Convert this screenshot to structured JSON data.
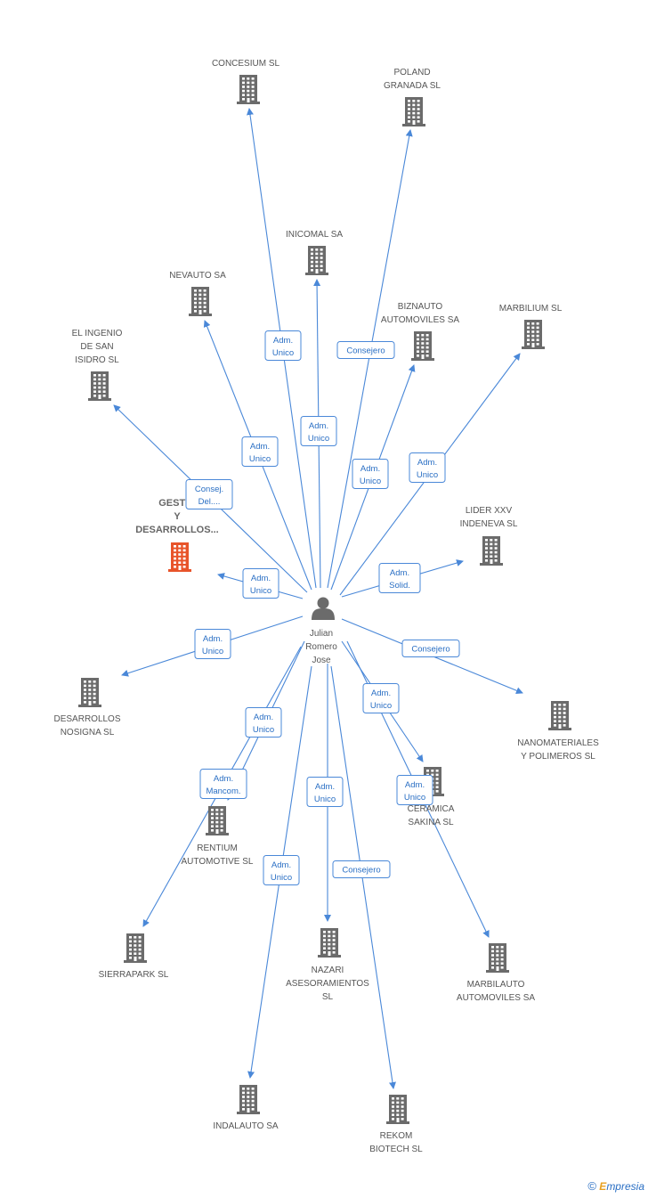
{
  "center": {
    "name": "Julian Romero Jose",
    "lines": [
      "Julian",
      "Romero",
      "Jose"
    ]
  },
  "nodes": [
    {
      "id": "concesium",
      "lines": [
        "CONCESIUM SL"
      ]
    },
    {
      "id": "poland",
      "lines": [
        "POLAND",
        "GRANADA  SL"
      ]
    },
    {
      "id": "inicomal",
      "lines": [
        "INICOMAL SA"
      ]
    },
    {
      "id": "nevauto",
      "lines": [
        "NEVAUTO SA"
      ]
    },
    {
      "id": "biznauto",
      "lines": [
        "BIZNAUTO",
        "AUTOMOVILES SA"
      ]
    },
    {
      "id": "marbilium",
      "lines": [
        "MARBILIUM SL"
      ]
    },
    {
      "id": "elingenio",
      "lines": [
        "EL INGENIO",
        "DE SAN",
        "ISIDRO SL"
      ]
    },
    {
      "id": "gestio",
      "lines": [
        "GESTIO",
        "Y",
        "DESARROLLOS..."
      ],
      "highlight": true
    },
    {
      "id": "lider",
      "lines": [
        "LIDER XXV",
        "INDENEVA SL"
      ]
    },
    {
      "id": "desarrollosnosigna",
      "lines": [
        "DESARROLLOS",
        "NOSIGNA SL"
      ]
    },
    {
      "id": "nanomateriales",
      "lines": [
        "NANOMATERIALES",
        "Y POLIMEROS SL"
      ]
    },
    {
      "id": "ceramica",
      "lines": [
        "CERAMICA",
        "SAKINA SL"
      ]
    },
    {
      "id": "rentium",
      "lines": [
        "RENTIUM",
        "AUTOMOTIVE SL"
      ]
    },
    {
      "id": "sierrapark",
      "lines": [
        "SIERRAPARK SL"
      ]
    },
    {
      "id": "nazari",
      "lines": [
        "NAZARI",
        "ASESORAMIENTOS",
        "SL"
      ]
    },
    {
      "id": "marbilauto",
      "lines": [
        "MARBILAUTO",
        "AUTOMOVILES SA"
      ]
    },
    {
      "id": "indalauto",
      "lines": [
        "INDALAUTO SA"
      ]
    },
    {
      "id": "rekom",
      "lines": [
        "REKOM",
        "BIOTECH SL"
      ]
    }
  ],
  "edges": [
    {
      "to": "concesium",
      "label": [
        "Adm.",
        "Unico"
      ]
    },
    {
      "to": "poland",
      "label": [
        "Consejero"
      ]
    },
    {
      "to": "inicomal",
      "label": [
        "Adm.",
        "Unico"
      ]
    },
    {
      "to": "nevauto",
      "label": [
        "Adm.",
        "Unico"
      ]
    },
    {
      "to": "biznauto",
      "label": [
        "Adm.",
        "Unico"
      ]
    },
    {
      "to": "marbilium",
      "label": [
        "Adm.",
        "Unico"
      ]
    },
    {
      "to": "elingenio",
      "label": [
        "Consej.",
        "Del...."
      ]
    },
    {
      "to": "gestio",
      "label": [
        "Adm.",
        "Unico"
      ]
    },
    {
      "to": "lider",
      "label": [
        "Adm.",
        "Solid."
      ]
    },
    {
      "to": "desarrollosnosigna",
      "label": [
        "Adm.",
        "Unico"
      ]
    },
    {
      "to": "nanomateriales",
      "label": [
        "Consejero"
      ]
    },
    {
      "to": "ceramica",
      "label": [
        "Adm.",
        "Unico"
      ]
    },
    {
      "to": "rentium",
      "label": [
        "Adm.",
        "Unico"
      ]
    },
    {
      "to": "sierrapark",
      "label": [
        "Adm.",
        "Mancom."
      ]
    },
    {
      "to": "nazari",
      "label": [
        "Adm.",
        "Unico"
      ]
    },
    {
      "to": "marbilauto",
      "label": [
        "Adm.",
        "Unico"
      ]
    },
    {
      "to": "indalauto",
      "label": [
        "Adm.",
        "Unico"
      ]
    },
    {
      "to": "rekom",
      "label": [
        "Consejero"
      ]
    }
  ],
  "colors": {
    "edge": "#4a88d8",
    "building": "#6b6b6b",
    "building_highlight": "#e8542a",
    "person": "#6b6b6b"
  },
  "footer": {
    "copyright": "©",
    "brand_initial": "E",
    "brand_rest": "mpresia"
  }
}
